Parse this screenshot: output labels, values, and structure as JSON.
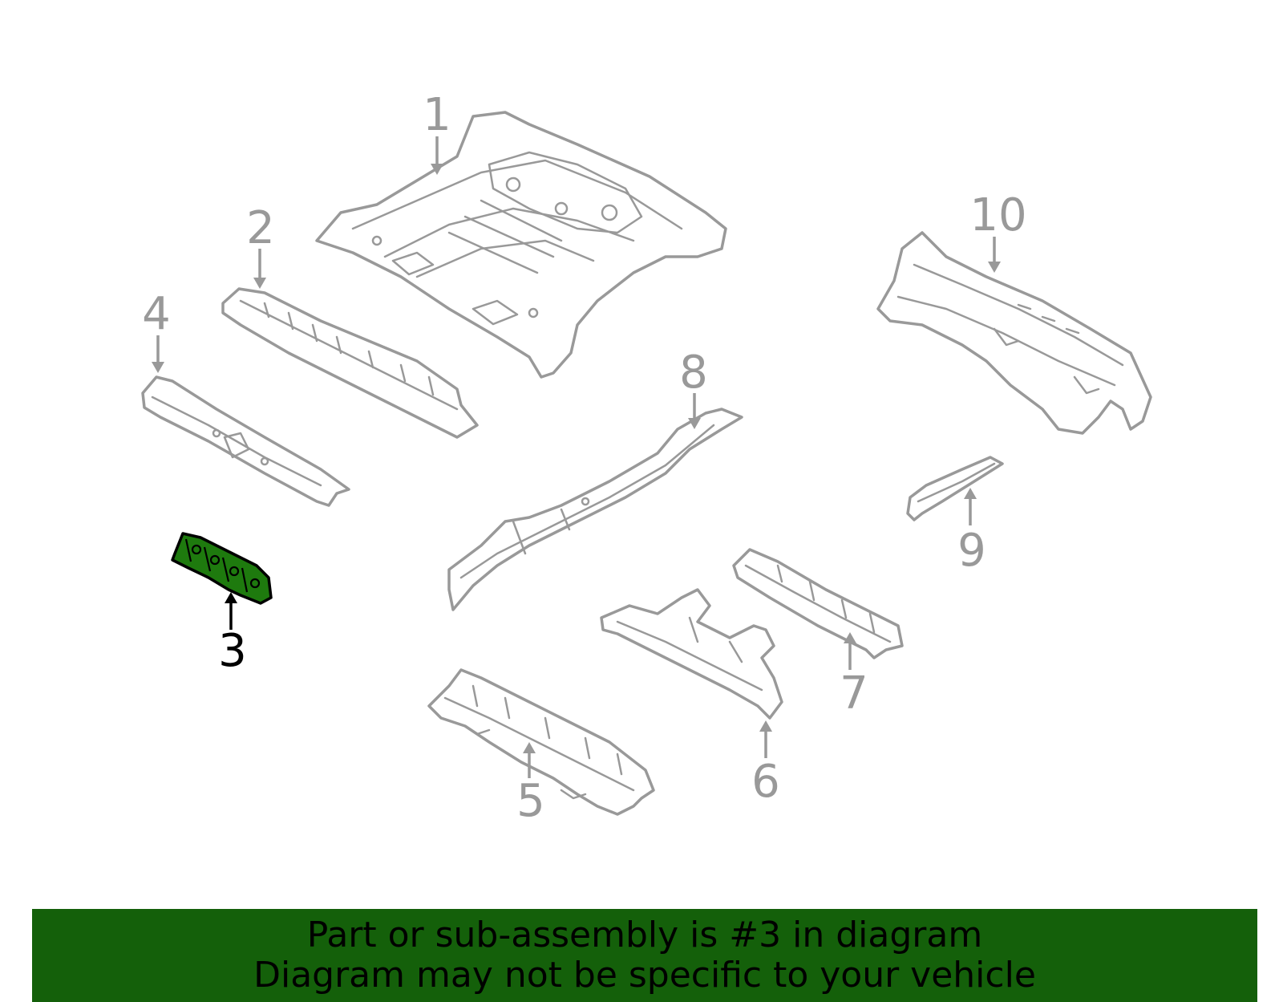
{
  "diagram": {
    "highlighted_part": "3",
    "colors": {
      "part_stroke": "#999999",
      "highlight_fill": "#1e7a0e",
      "highlight_label": "#000000",
      "banner_bg": "#14600a"
    },
    "callouts": [
      {
        "id": "1",
        "label": "1"
      },
      {
        "id": "2",
        "label": "2"
      },
      {
        "id": "3",
        "label": "3"
      },
      {
        "id": "4",
        "label": "4"
      },
      {
        "id": "5",
        "label": "5"
      },
      {
        "id": "6",
        "label": "6"
      },
      {
        "id": "7",
        "label": "7"
      },
      {
        "id": "8",
        "label": "8"
      },
      {
        "id": "9",
        "label": "9"
      },
      {
        "id": "10",
        "label": "10"
      }
    ]
  },
  "banner": {
    "line1": "Part or sub-assembly is #3 in diagram",
    "line2": "Diagram may not be specific to your vehicle"
  }
}
